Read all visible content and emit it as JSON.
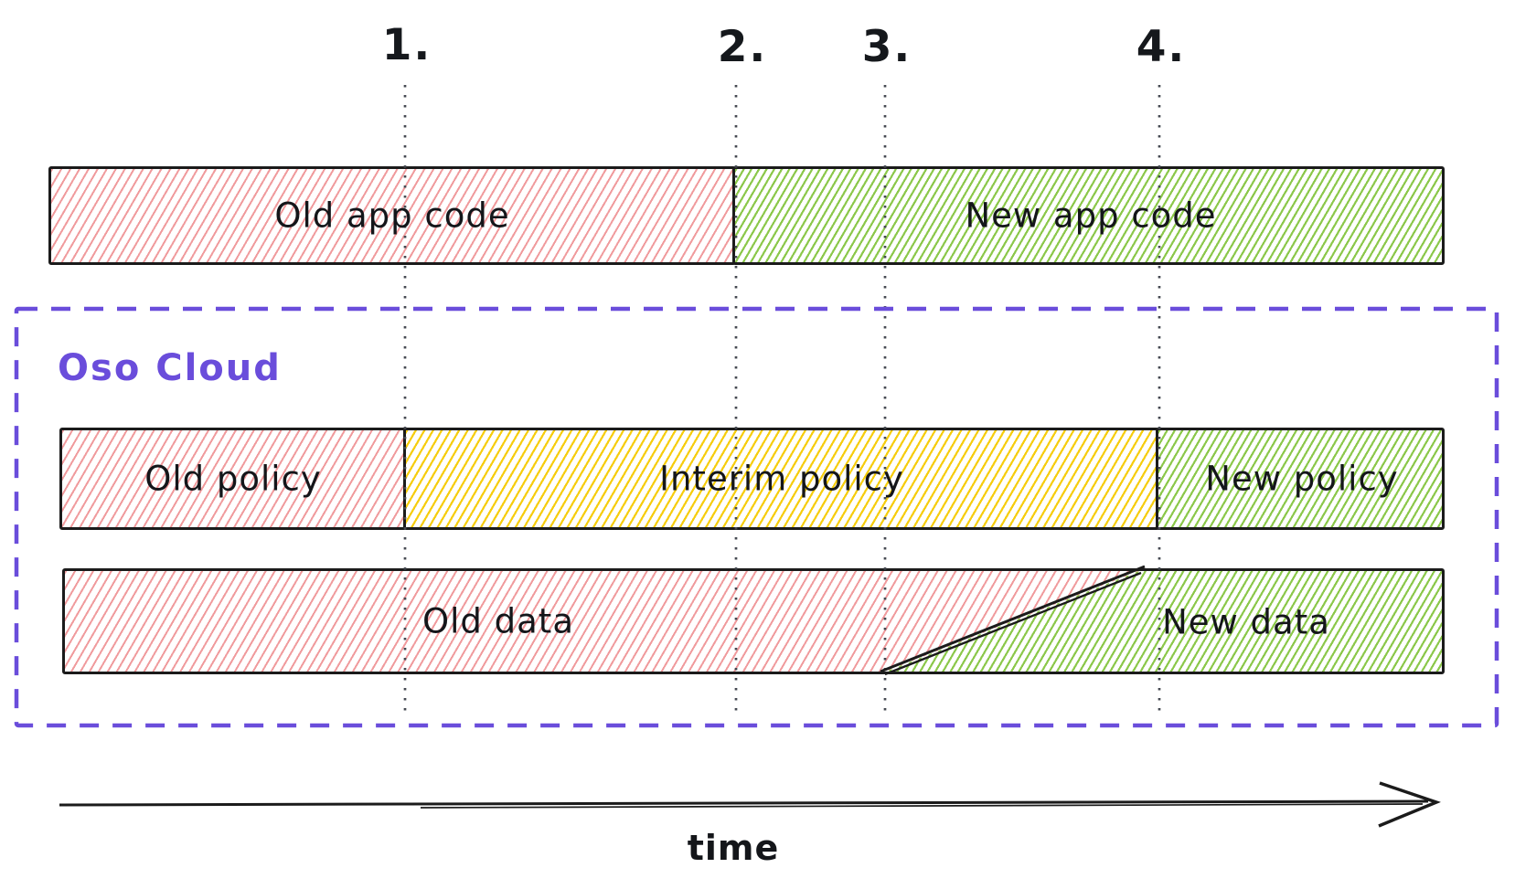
{
  "diagram": {
    "markers": [
      "1.",
      "2.",
      "3.",
      "4."
    ],
    "app_bar": {
      "old": "Old app code",
      "new": "New app code"
    },
    "oso_cloud": {
      "title": "Oso Cloud"
    },
    "policy_bar": {
      "old": "Old policy",
      "interim": "Interim policy",
      "new": "New policy"
    },
    "data_bar": {
      "old": "Old data",
      "new": "New data"
    },
    "time_axis": {
      "label": "time"
    },
    "colors": {
      "red_hatch": "#f09b9d",
      "green_hatch": "#8cc84b",
      "yellow_hatch": "#f6cd0e",
      "purple_accent": "#6a4ddb",
      "stroke_black": "#1b1b1b",
      "guide_gray": "#464a52"
    }
  }
}
